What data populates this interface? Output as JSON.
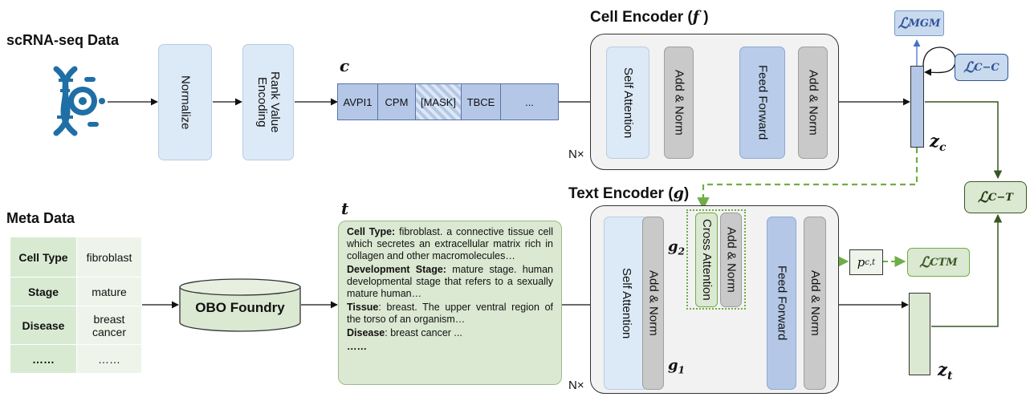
{
  "scrna": {
    "title": "scRNA-seq Data"
  },
  "pipeline": {
    "normalize": "Normalize",
    "rank": "Rank Value\nEncoding"
  },
  "cell_vector_label": "c",
  "tokens": [
    "AVPI1",
    "CPM",
    "[MASK]",
    "TBCE",
    "..."
  ],
  "cell_encoder": {
    "title": "Cell Encoder (",
    "symbol": "f",
    "title_end": ")",
    "repeat": "N×",
    "blocks": [
      "Self Attention",
      "Add & Norm",
      "Feed Forward",
      "Add & Norm"
    ]
  },
  "text_encoder": {
    "title": "Text Encoder (",
    "symbol": "g",
    "title_end": ")",
    "repeat": "N×",
    "blocks": [
      "Self Attention",
      "Add & Norm",
      "Cross Attention",
      "Add & Norm",
      "Feed Forward",
      "Add & Norm"
    ],
    "g1": "g",
    "g1_sub": "1",
    "g2": "g",
    "g2_sub": "2"
  },
  "z_c": {
    "main": "z",
    "sub": "c"
  },
  "z_t": {
    "main": "z",
    "sub": "t"
  },
  "losses": {
    "mgm": {
      "L": "ℒ",
      "sub": "MGM"
    },
    "cc": {
      "L": "ℒ",
      "sub": "C−C"
    },
    "ct": {
      "L": "ℒ",
      "sub": "C−T"
    },
    "ctm": {
      "L": "ℒ",
      "sub": "CTM"
    }
  },
  "p_ct": {
    "main": "p",
    "sub": "c,t"
  },
  "meta": {
    "title": "Meta Data",
    "rows": [
      {
        "key": "Cell Type",
        "value": "fibroblast"
      },
      {
        "key": "Stage",
        "value": "mature"
      },
      {
        "key": "Disease",
        "value": "breast cancer"
      },
      {
        "key": "……",
        "value": "……"
      }
    ]
  },
  "obo": "OBO Foundry",
  "text_label": "t",
  "text": {
    "cell_type_key": "Cell Type:",
    "cell_type_val": "fibroblast. a connective tissue cell which secretes an extracellular matrix rich in collagen and other macromolecules…",
    "dev_key": "Development Stage:",
    "dev_val": "mature stage. human developmental stage that refers to a sexually mature human…",
    "tissue_key": "Tissue",
    "tissue_val": ": breast. The upper ventral region of the torso of an organism…",
    "disease_key": "Disease",
    "disease_val": ": breast cancer ...",
    "ellipsis": "……"
  },
  "colors": {
    "cell_blue": "#b4c7e7",
    "green_dash": "#70ad47",
    "loss_blue": "#c9d9ee",
    "loss_green": "#dbe8d2"
  }
}
